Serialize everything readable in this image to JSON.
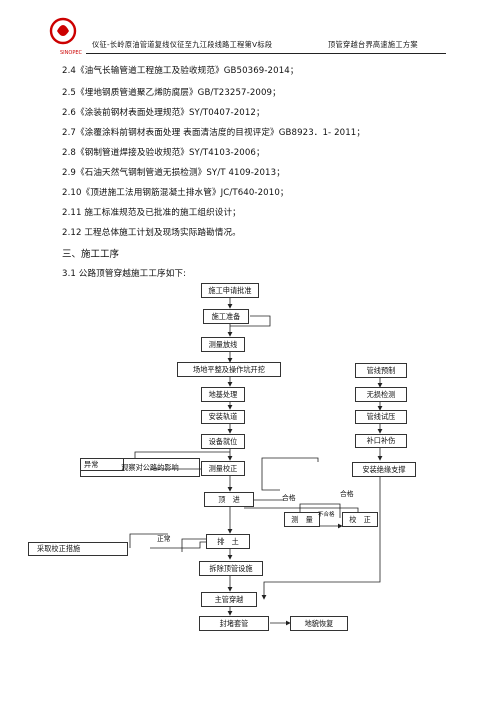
{
  "header": {
    "logo_text": "SINOPEC",
    "left_title": "仪征-长岭原油管道复线仪征至九江段线路工程第Ⅴ标段",
    "right_title": "顶管穿越台界高速施工方案"
  },
  "standards": [
    "2.4《油气长输管道工程施工及验收规范》GB50369-2014；",
    "2.5《埋地钢质管道聚乙烯防腐层》GB/T23257-2009；",
    "2.6《涂装前钢材表面处理规范》SY/T0407-2012；",
    "2.7《涂覆涂料前钢材表面处理 表面清洁度的目视评定》GB8923．1- 2011；",
    "2.8《钢制管道焊接及验收规范》SY/T4103-2006；",
    "2.9《石油天然气钢制管道无损检测》SY/T 4109-2013；",
    "2.10《顶进施工法用钢筋混凝土排水管》JC/T640-2010；",
    "2.11 施工标准规范及已批准的施工组织设计；",
    "2.12 工程总体施工计划及现场实际踏勘情况。"
  ],
  "section_title": "三、施工工序",
  "subsection_title": "3.1 公路顶管穿越施工工序如下:",
  "flow": {
    "main": [
      "施工申请批准",
      "施工准备",
      "测量放线",
      "场地平整及操作坑开挖",
      "地基处理",
      "安装轨道",
      "设备就位",
      "测量校正",
      "顶　进",
      "排　土",
      "拆除顶管设施",
      "主管穿越",
      "封堵套管"
    ],
    "pipe": [
      "管线预制",
      "无损检测",
      "管线试压",
      "补口补伤",
      "安装绝缘支撑"
    ],
    "measure": "测　量",
    "correct": "校　正",
    "restore": "地貌恢复",
    "abnormal_label": "异常",
    "observe": "观察对公路的影响",
    "measure_label": "采取校正措施",
    "normal_label": "正常",
    "qualified_1": "合格",
    "qualified_2": "合格",
    "unqualified": "不合格"
  }
}
